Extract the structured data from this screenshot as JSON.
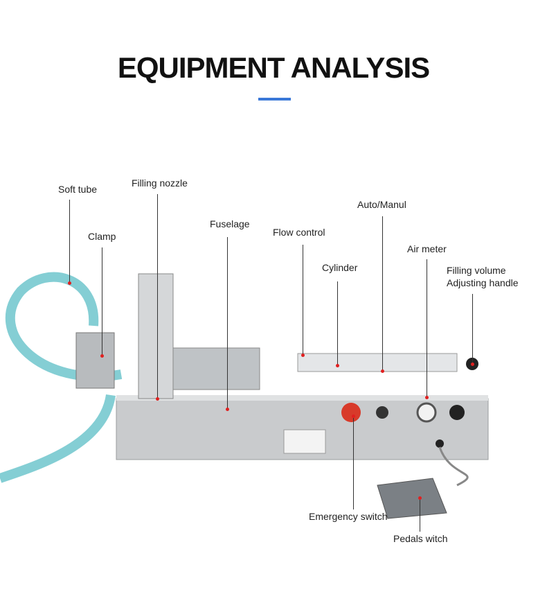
{
  "title": "EQUIPMENT ANALYSIS",
  "colors": {
    "accent": "#3a78d8",
    "marker": "#e02020",
    "steel": "#c9cbcd",
    "tube": "#5fc0c8"
  },
  "labels": {
    "soft_tube": "Soft tube",
    "filling_nozzle": "Filling nozzle",
    "clamp": "Clamp",
    "fuselage": "Fuselage",
    "flow_control": "Flow control",
    "auto_manual": "Auto/Manul",
    "cylinder": "Cylinder",
    "air_meter": "Air meter",
    "filling_volume_1": "Filling volume",
    "filling_volume_2": "Adjusting handle",
    "emergency_switch": "Emergency switch",
    "pedal_switch": "Pedals witch"
  }
}
